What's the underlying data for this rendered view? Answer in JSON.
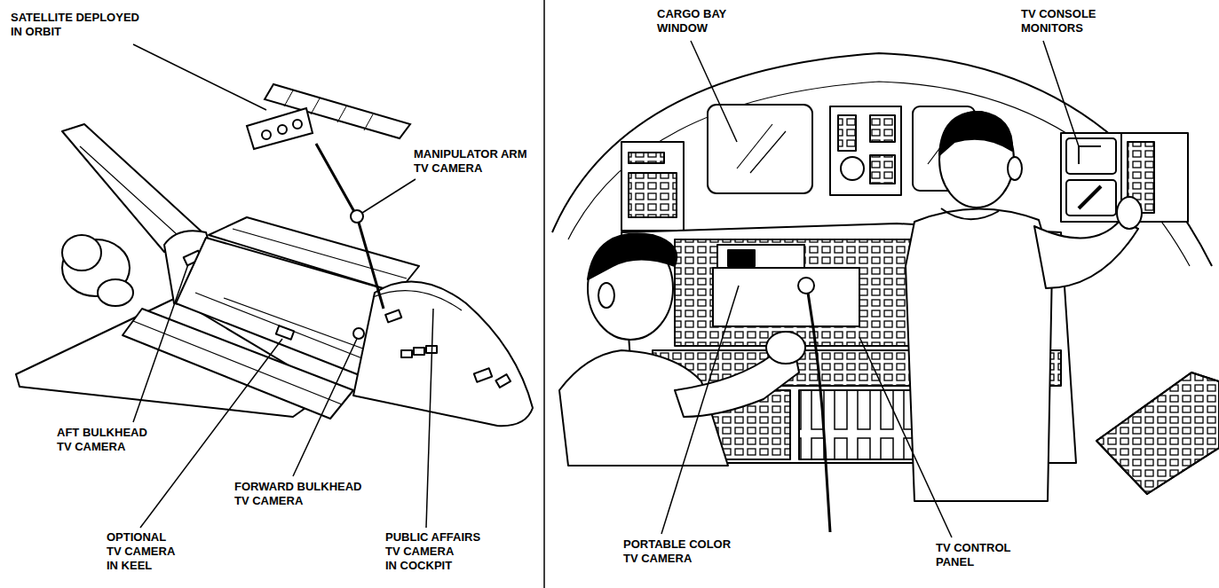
{
  "diagram": {
    "labels": [
      "SATELLITE DEPLOYED IN ORBIT",
      "MANIPULATOR ARM TV CAMERA",
      "AFT BULKHEAD TV CAMERA",
      "FORWARD BULKHEAD TV CAMERA",
      "OPTIONAL TV CAMERA IN KEEL",
      "PUBLIC AFFAIRS TV CAMERA IN COCKPIT",
      "CARGO BAY WINDOW",
      "TV CONSOLE MONITORS",
      "PORTABLE COLOR TV CAMERA",
      "TV CONTROL PANEL"
    ]
  }
}
